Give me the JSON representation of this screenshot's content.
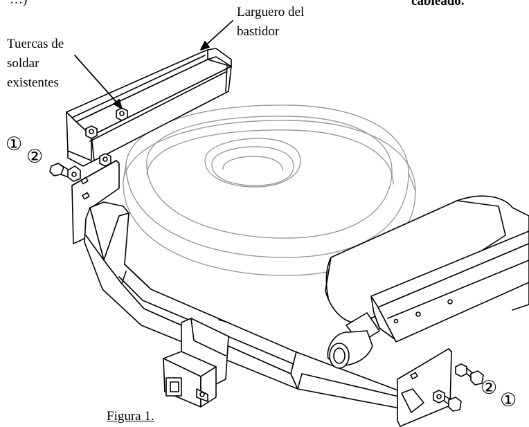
{
  "labels": {
    "top_left_fragment": "…)",
    "top_right_fragment": "cableado.",
    "frame_rail": [
      "Larguero del",
      "bastidor"
    ],
    "weld_nuts": [
      "Tuercas de",
      "soldar",
      "existentes"
    ],
    "figure": "Figura 1."
  },
  "callouts": {
    "left_one": "①",
    "left_two": "②",
    "right_two": "②",
    "right_one": "①"
  },
  "colors": {
    "line": "#000000",
    "tire_line": "#9a9a9a",
    "background": "#ffffff"
  }
}
